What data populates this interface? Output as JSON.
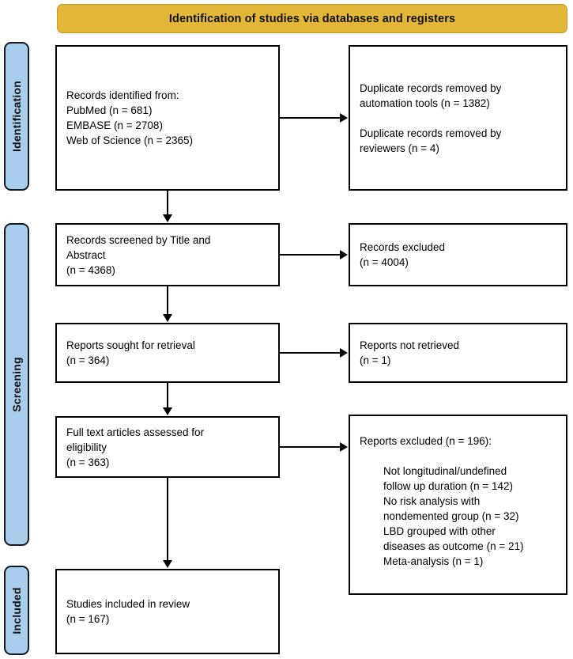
{
  "banner": {
    "title": "Identification of studies via databases and registers",
    "color": "#E2B737"
  },
  "stages": {
    "color": "#A9CDEC",
    "identification": "Identification",
    "screening": "Screening",
    "included": "Included"
  },
  "boxes": {
    "records_identified": {
      "text": "Records identified from:\n    PubMed (n = 681)\n    EMBASE (n = 2708)\n    Web of Science (n = 2365)"
    },
    "duplicates_removed": {
      "para1": "Duplicate records removed by\nautomation tools (n = 1382)",
      "para2": "Duplicate records removed by\nreviewers (n = 4)"
    },
    "records_screened": {
      "text": "Records screened by Title and\nAbstract\n(n = 4368)"
    },
    "records_excluded": {
      "text": "Records excluded\n(n = 4004)"
    },
    "reports_sought": {
      "text": "Reports sought for retrieval\n(n = 364)"
    },
    "reports_not_retrieved": {
      "text": "Reports not retrieved\n(n = 1)"
    },
    "fulltext_assessed": {
      "text": "Full text articles assessed for\neligibility\n(n = 363)"
    },
    "reports_excluded": {
      "heading": "Reports excluded (n = 196):",
      "details": "Not longitudinal/undefined\nfollow up duration (n = 142)\nNo risk analysis with\nnondemented group (n = 32)\nLBD grouped with other\ndiseases as outcome (n = 21)\nMeta-analysis (n = 1)"
    },
    "studies_included": {
      "text": "Studies included in review\n(n = 167)"
    }
  },
  "chart_data": {
    "type": "diagram",
    "title": "Identification of studies via databases and registers",
    "nodes": [
      {
        "id": "records_identified",
        "stage": "Identification",
        "column": "left",
        "label": "Records identified from:",
        "sources": [
          {
            "name": "PubMed",
            "n": 681
          },
          {
            "name": "EMBASE",
            "n": 2708
          },
          {
            "name": "Web of Science",
            "n": 2365
          }
        ]
      },
      {
        "id": "duplicates_removed",
        "stage": "Identification",
        "column": "right",
        "items": [
          {
            "label": "Duplicate records removed by automation tools",
            "n": 1382
          },
          {
            "label": "Duplicate records removed by reviewers",
            "n": 4
          }
        ]
      },
      {
        "id": "records_screened",
        "stage": "Screening",
        "column": "left",
        "label": "Records screened by Title and Abstract",
        "n": 4368
      },
      {
        "id": "records_excluded",
        "stage": "Screening",
        "column": "right",
        "label": "Records excluded",
        "n": 4004
      },
      {
        "id": "reports_sought",
        "stage": "Screening",
        "column": "left",
        "label": "Reports sought for retrieval",
        "n": 364
      },
      {
        "id": "reports_not_retrieved",
        "stage": "Screening",
        "column": "right",
        "label": "Reports not retrieved",
        "n": 1
      },
      {
        "id": "fulltext_assessed",
        "stage": "Screening",
        "column": "left",
        "label": "Full text articles assessed for eligibility",
        "n": 363
      },
      {
        "id": "reports_excluded",
        "stage": "Screening",
        "column": "right",
        "label": "Reports excluded",
        "n": 196,
        "reasons": [
          {
            "label": "Not longitudinal/undefined follow up duration",
            "n": 142
          },
          {
            "label": "No risk analysis with nondemented group",
            "n": 32
          },
          {
            "label": "LBD grouped with other diseases as outcome",
            "n": 21
          },
          {
            "label": "Meta-analysis",
            "n": 1
          }
        ]
      },
      {
        "id": "studies_included",
        "stage": "Included",
        "column": "left",
        "label": "Studies included in review",
        "n": 167
      }
    ],
    "edges": [
      {
        "from": "records_identified",
        "to": "duplicates_removed",
        "direction": "right"
      },
      {
        "from": "records_identified",
        "to": "records_screened",
        "direction": "down"
      },
      {
        "from": "records_screened",
        "to": "records_excluded",
        "direction": "right"
      },
      {
        "from": "records_screened",
        "to": "reports_sought",
        "direction": "down"
      },
      {
        "from": "reports_sought",
        "to": "reports_not_retrieved",
        "direction": "right"
      },
      {
        "from": "reports_sought",
        "to": "fulltext_assessed",
        "direction": "down"
      },
      {
        "from": "fulltext_assessed",
        "to": "reports_excluded",
        "direction": "right"
      },
      {
        "from": "fulltext_assessed",
        "to": "studies_included",
        "direction": "down"
      }
    ]
  }
}
